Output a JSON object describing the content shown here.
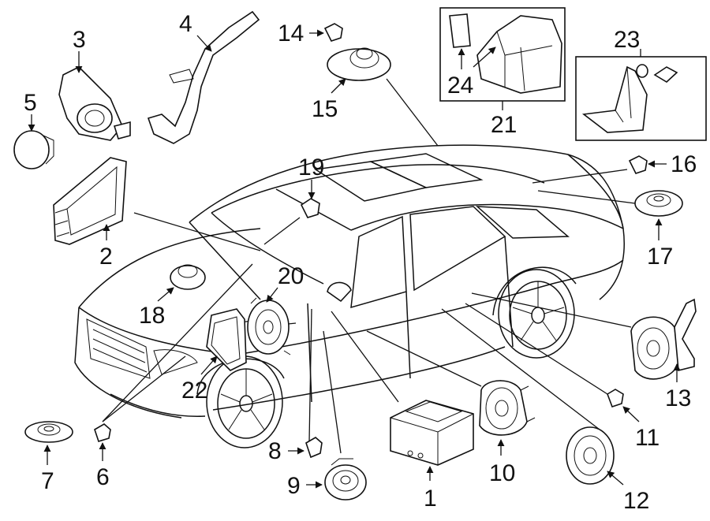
{
  "callouts": {
    "c1": "1",
    "c2": "2",
    "c3": "3",
    "c4": "4",
    "c5": "5",
    "c6": "6",
    "c7": "7",
    "c8": "8",
    "c9": "9",
    "c10": "10",
    "c11": "11",
    "c12": "12",
    "c13": "13",
    "c14": "14",
    "c15": "15",
    "c16": "16",
    "c17": "17",
    "c18": "18",
    "c19": "19",
    "c20": "20",
    "c21": "21",
    "c22": "22",
    "c23": "23",
    "c24": "24"
  },
  "colors": {
    "stroke": "#111111",
    "background": "#ffffff"
  }
}
